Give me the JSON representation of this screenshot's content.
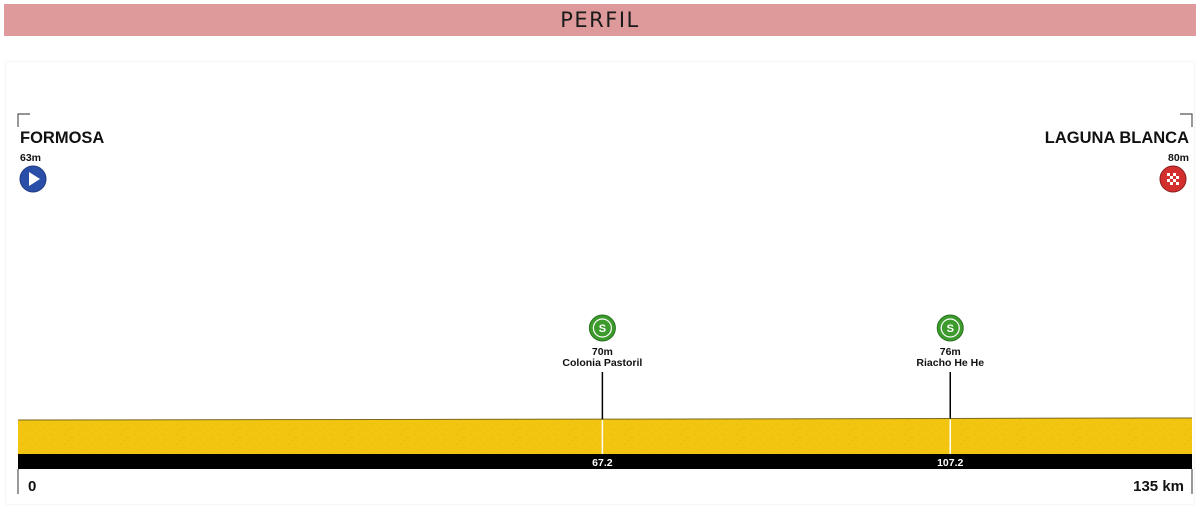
{
  "header": {
    "title": "PERFIL"
  },
  "chart_data": {
    "type": "area",
    "distance_unit": "km",
    "elevation_unit": "m",
    "x_range": [
      0,
      135
    ],
    "start": {
      "name": "FORMOSA",
      "elevation_label": "63m",
      "km": 0,
      "elevation": 63,
      "icon": "start-play-icon"
    },
    "finish": {
      "name": "LAGUNA BLANCA",
      "elevation_label": "80m",
      "km": 135,
      "elevation": 80,
      "icon": "finish-checkered-icon"
    },
    "sprints": [
      {
        "symbol": "S",
        "name": "Colonia Pastoril",
        "elevation_label": "70m",
        "elevation": 70,
        "km": 67.2,
        "km_label": "67.2",
        "icon": "sprint-icon"
      },
      {
        "symbol": "S",
        "name": "Riacho He He",
        "elevation_label": "76m",
        "elevation": 76,
        "km": 107.2,
        "km_label": "107.2",
        "icon": "sprint-icon"
      }
    ],
    "profile": {
      "x": [
        0,
        67.2,
        107.2,
        135
      ],
      "y": [
        63,
        70,
        76,
        80
      ]
    },
    "axis": {
      "start_label": "0",
      "end_label": "135 km"
    },
    "colors": {
      "banner": "#de9a9a",
      "terrain": "#f2c510",
      "terrain_edge": "#7a6a20",
      "distance_bar": "#000000",
      "start_icon": "#2b4fa8",
      "finish_icon": "#d32f2f",
      "sprint_icon": "#3c9b2c"
    }
  }
}
